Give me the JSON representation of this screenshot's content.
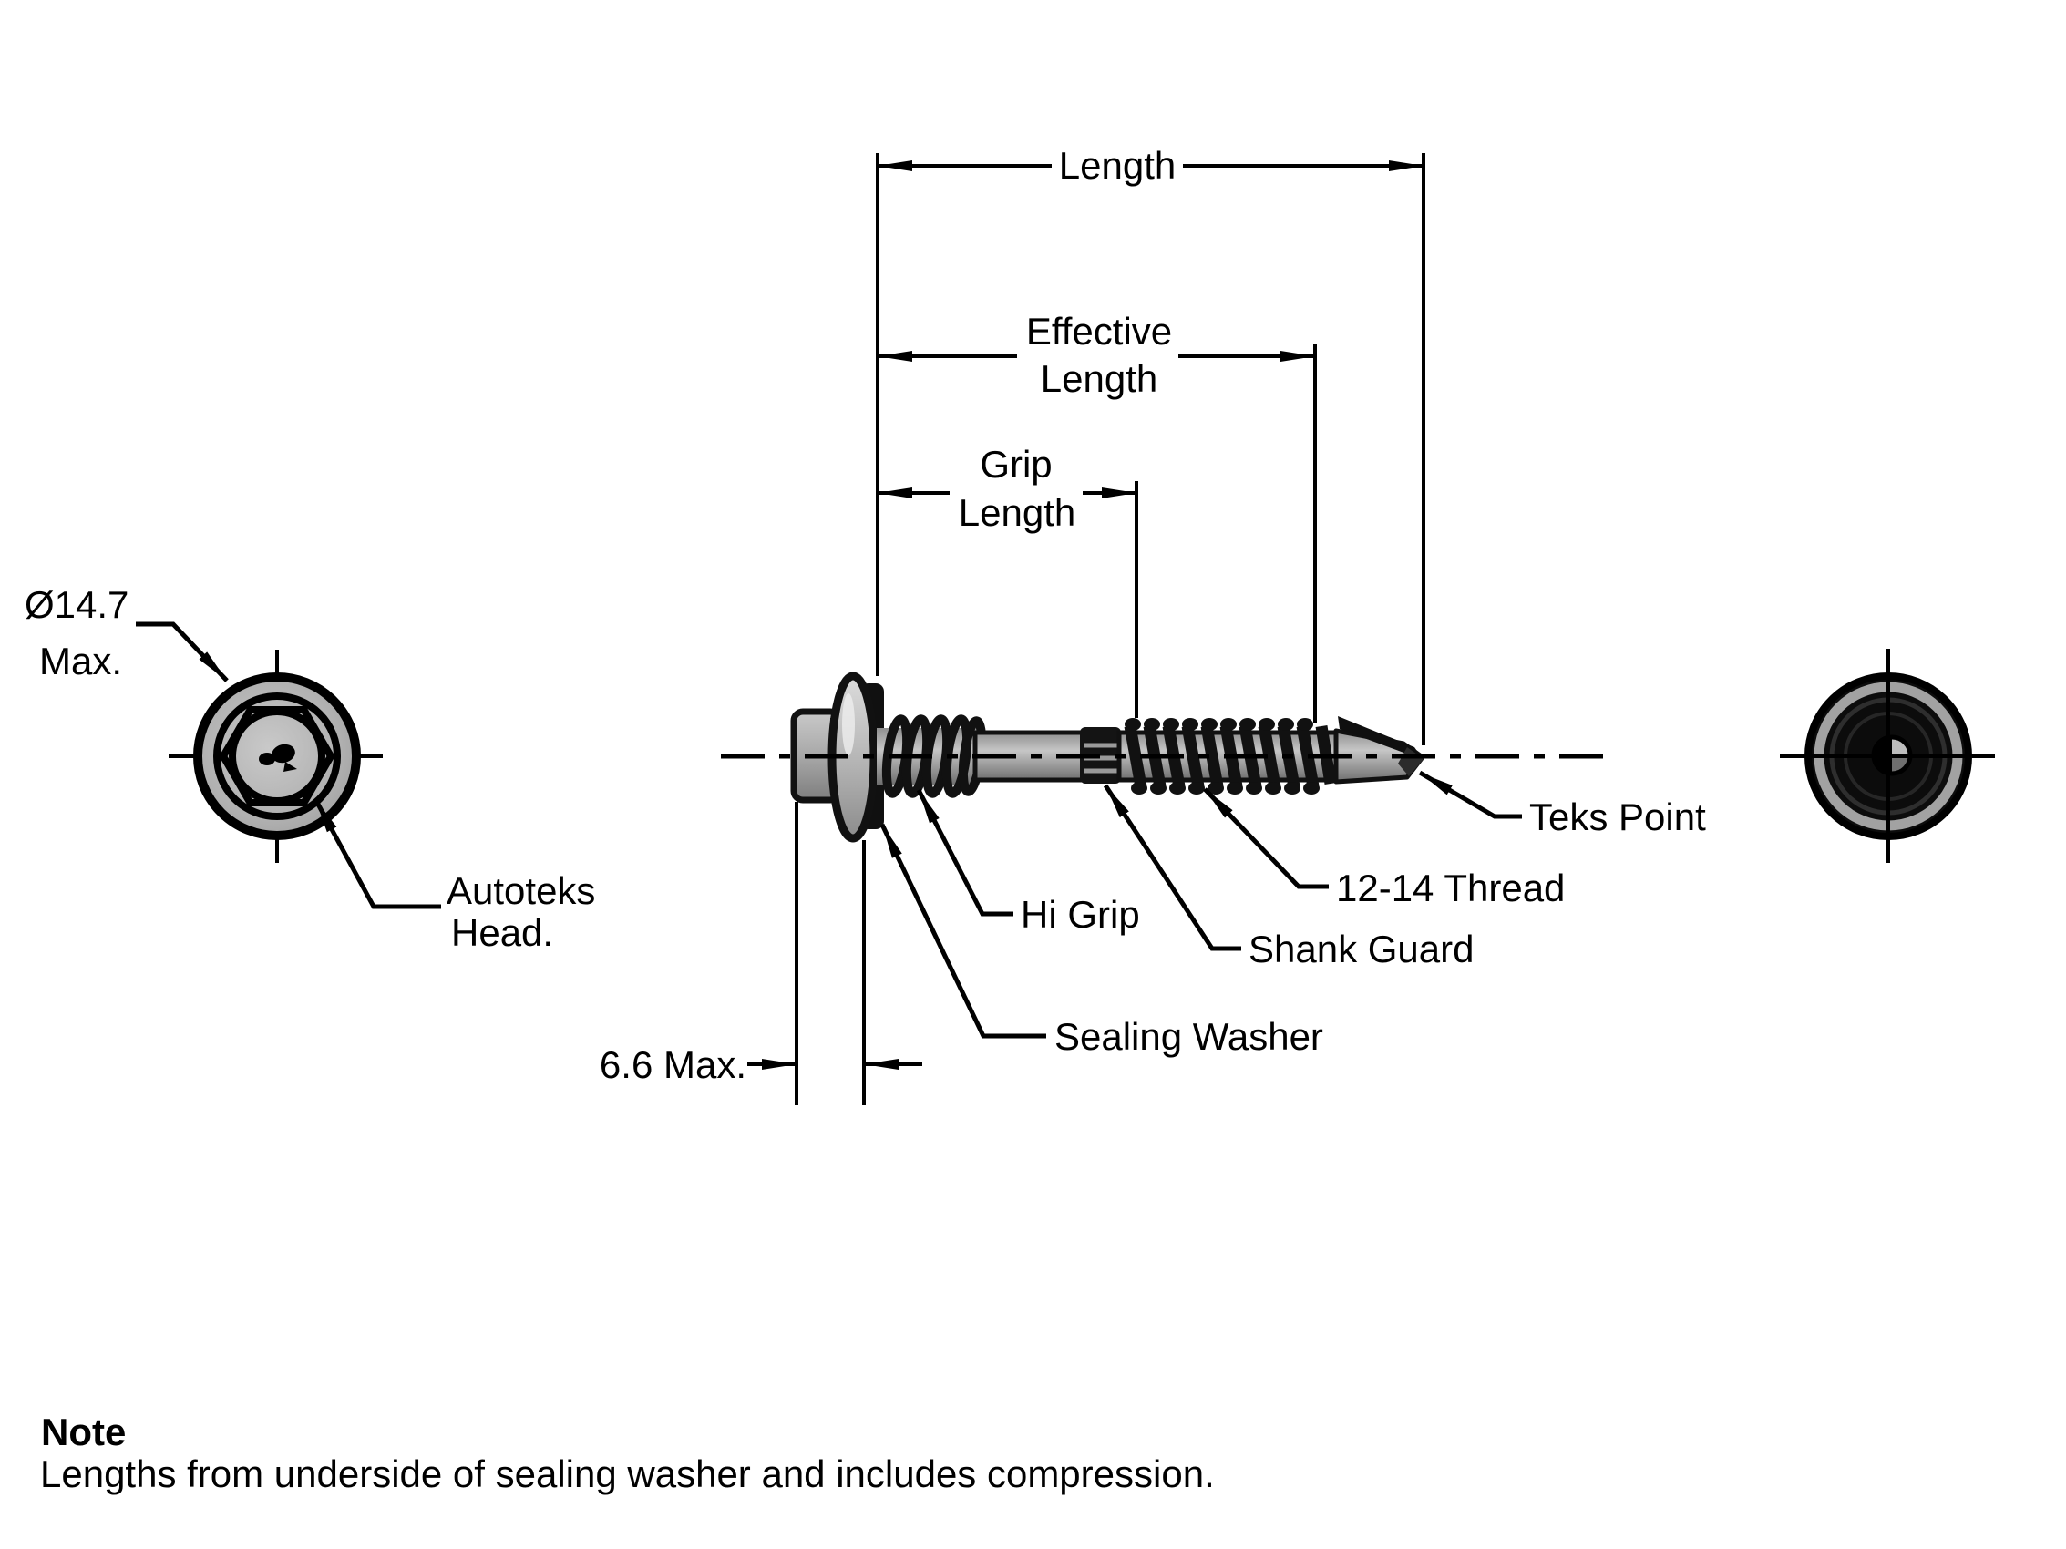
{
  "diagram": {
    "title_hint": "Self-drilling screw technical drawing",
    "dimensions": {
      "length": "Length",
      "effective_line1": "Effective",
      "effective_line2": "Length",
      "grip_line1": "Grip",
      "grip_line2": "Length",
      "head_diameter": "Ø14.7",
      "head_diameter_qualifier": "Max.",
      "head_height": "6.6 Max."
    },
    "labels": {
      "autoteks_line1": "Autoteks",
      "autoteks_line2": "Head.",
      "sealing_washer": "Sealing Washer",
      "hi_grip": "Hi Grip",
      "shank_guard": "Shank Guard",
      "thread": "12-14 Thread",
      "teks_point": "Teks Point"
    },
    "note": {
      "title": "Note",
      "body": "Lengths from underside of sealing washer and includes compression."
    },
    "colors": {
      "line": "#000000",
      "metal_light": "#c6c6c6",
      "metal_mid": "#9c9c9c",
      "metal_dark": "#6f6f6f",
      "black_part": "#101010",
      "background": "#ffffff"
    }
  }
}
